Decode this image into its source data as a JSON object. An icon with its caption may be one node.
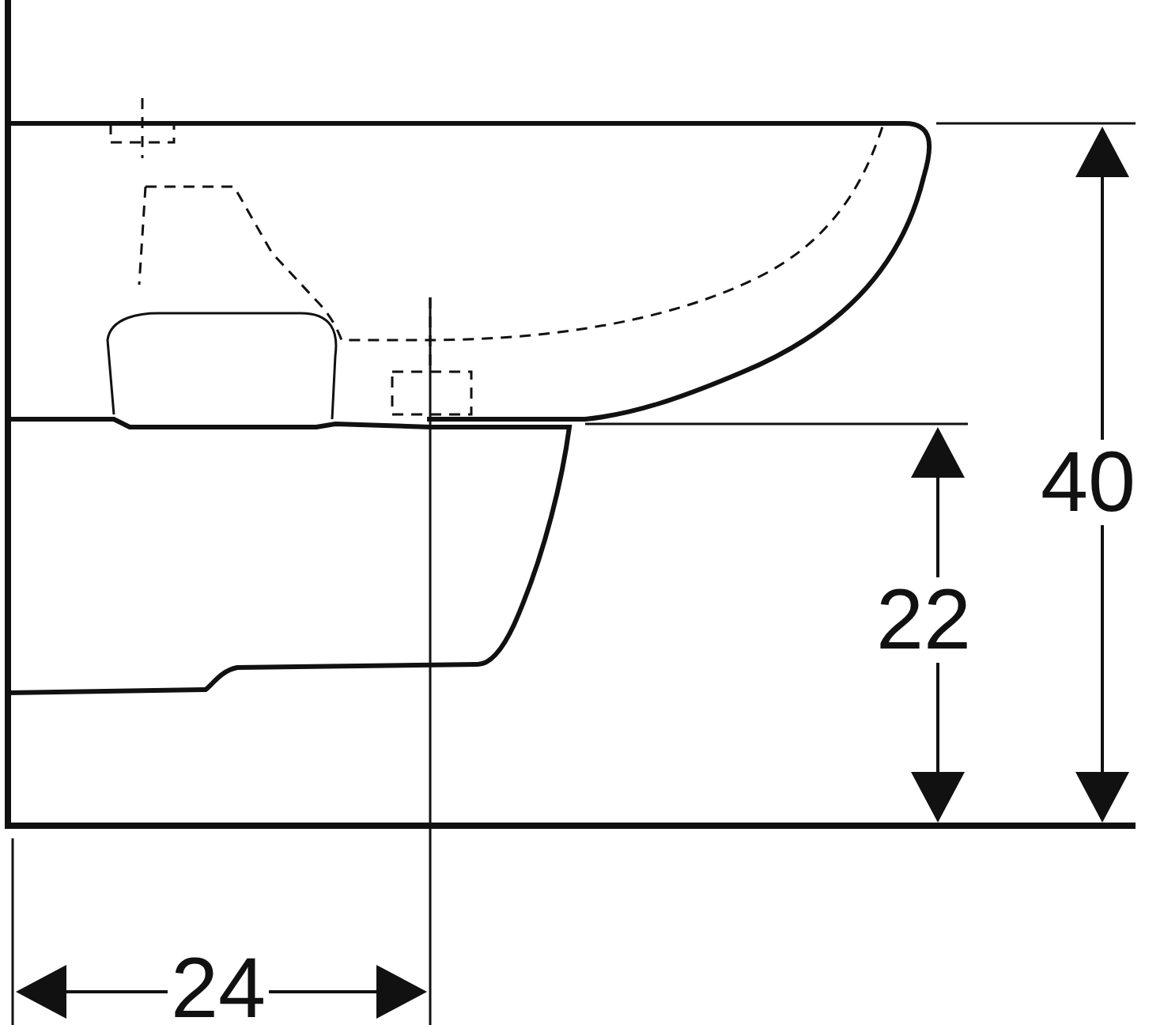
{
  "diagram": {
    "labels": [
      "40",
      "22",
      "24"
    ]
  }
}
